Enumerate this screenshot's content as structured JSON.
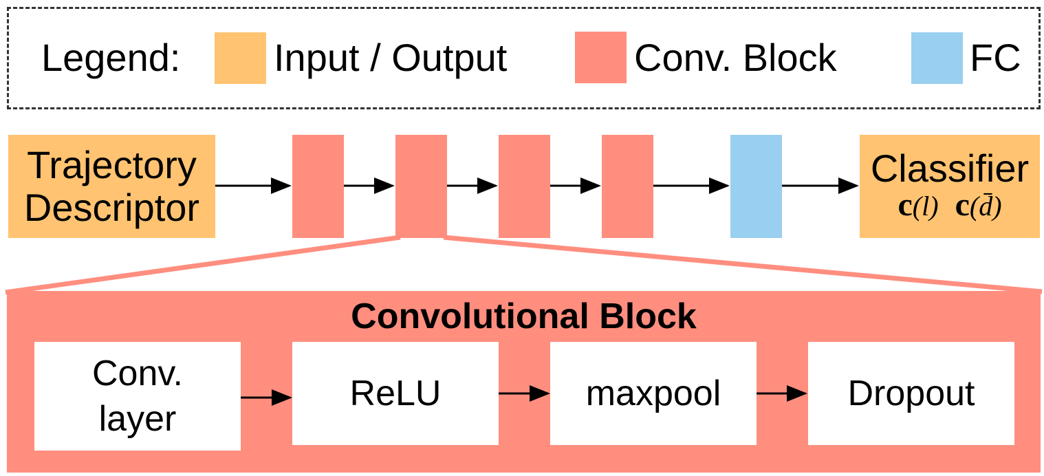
{
  "legend": {
    "label": "Legend:",
    "items": [
      {
        "label": "Input / Output",
        "color": "#ffc371"
      },
      {
        "label": "Conv. Block",
        "color": "#ff8e7f"
      },
      {
        "label": "FC",
        "color": "#99cff0"
      }
    ]
  },
  "pipeline": {
    "input_label_line1": "Trajectory",
    "input_label_line2": "Descriptor",
    "output_label": "Classifier",
    "output_math": {
      "symbol": "c",
      "subscript_1": "(l)",
      "subscript_2": "(d̄)"
    }
  },
  "conv_block_detail": {
    "title": "Convolutional Block",
    "stages": [
      {
        "label": "Conv.\nlayer"
      },
      {
        "label": "ReLU"
      },
      {
        "label": "maxpool"
      },
      {
        "label": "Dropout"
      }
    ]
  },
  "colors": {
    "input_output": "#ffc371",
    "conv_block": "#ff8e7f",
    "fc": "#99cff0",
    "arrow": "#000000",
    "legend_border": "#333333"
  }
}
